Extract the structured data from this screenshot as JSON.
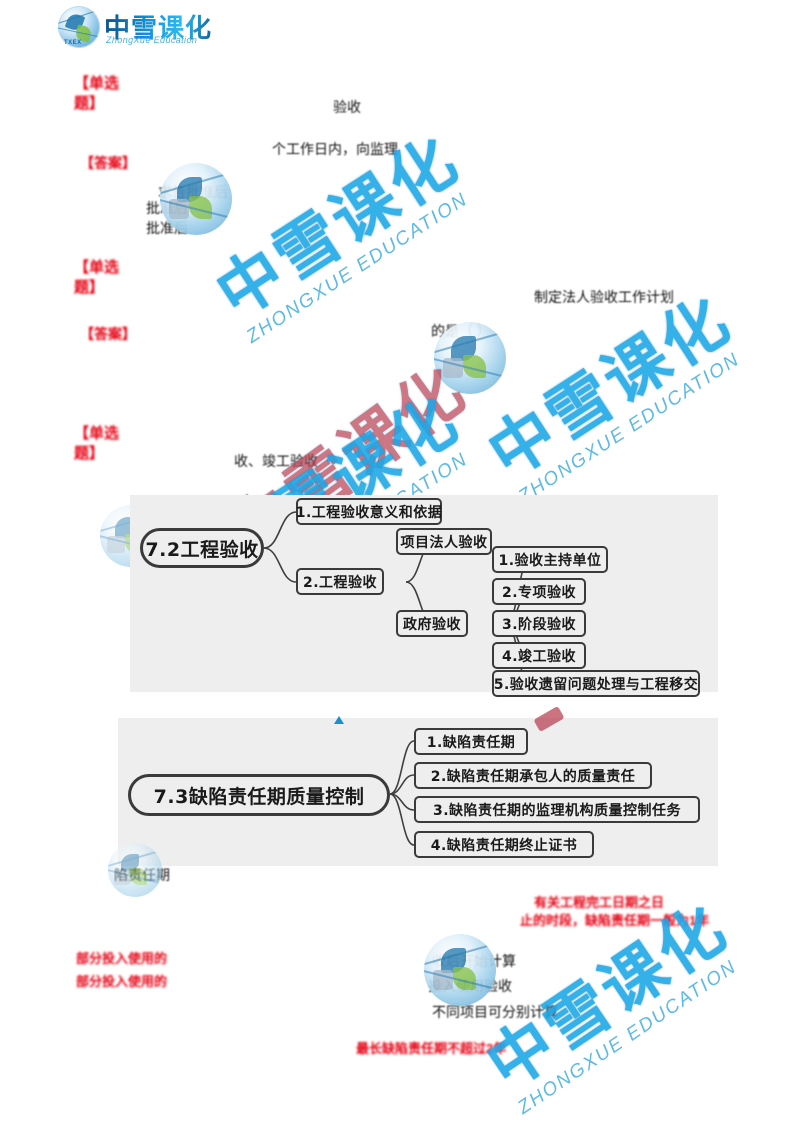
{
  "logo": {
    "name_zh": "中雪课化",
    "name_en": "ZhongXue Education",
    "tag": "TXEX"
  },
  "watermarks": [
    {
      "zh": "中雪课化",
      "en": "ZHONGXUE EDUCATION"
    },
    {
      "zh": "中雪课化",
      "en": "ZHONGXUE EDUCATION"
    },
    {
      "zh": "中雪课化",
      "en": "ZHONGXUE EDUCATION"
    },
    {
      "zh": "中雪课化",
      "en": "ZHONGXUE EDUCATION"
    }
  ],
  "annotations": {
    "q1_label_line1": "【单选",
    "q1_label_line2": "题】",
    "q1_answer": "【答案】",
    "q1_text_line1": "验收",
    "q1_text_line2": "个工作日内，向监理",
    "q1_text_line3": "求告批准后",
    "q1_text_line4": "批准后",
    "q1_text_line5": "批准后",
    "q2_label_line1": "【单选",
    "q2_label_line2": "题】",
    "q2_answer": "【答案】",
    "q2_text_line1": "制定法人验收工作计划",
    "q2_text_line2": "的是（ ）",
    "q3_label_line1": "【单选",
    "q3_label_line2": "题】",
    "q3_text_line1": "收、竣工验收",
    "bottom_text_line1": "陷责任期",
    "bottom_red_1": "有关工程完工日期之日",
    "bottom_red_2": "止的时段，缺陷责任期一般为1年",
    "bottom_black_1": "收后开始计算",
    "bottom_black_2": "投入使用验收",
    "bottom_black_3": "不同项目可分别计算",
    "bottom_left_red_1": "部分投入使用的",
    "bottom_left_red_2": "部分投入使用的",
    "bottom_red_final": "最长缺陷责任期不超过2年"
  },
  "mindmaps": [
    {
      "id": "map-7-2",
      "root": "7.2工程验收",
      "branches": [
        {
          "label": "1.工程验收意义和依据",
          "children": []
        },
        {
          "label": "2.工程验收",
          "children": [
            {
              "label": "项目法人验收",
              "children": []
            },
            {
              "label": "政府验收",
              "children": [
                {
                  "label": "1.验收主持单位"
                },
                {
                  "label": "2.专项验收"
                },
                {
                  "label": "3.阶段验收"
                },
                {
                  "label": "4.竣工验收"
                },
                {
                  "label": "5.验收遗留问题处理与工程移交"
                }
              ]
            }
          ]
        }
      ]
    },
    {
      "id": "map-7-3",
      "root": "7.3缺陷责任期质量控制",
      "branches": [
        {
          "label": "1.缺陷责任期",
          "children": []
        },
        {
          "label": "2.缺陷责任期承包人的质量责任",
          "children": []
        },
        {
          "label": "3.缺陷责任期的监理机构质量控制任务",
          "children": []
        },
        {
          "label": "4.缺陷责任期终止证书",
          "children": []
        }
      ]
    }
  ],
  "colors": {
    "accent_red": "#e60012",
    "watermark_blue": "#1aa7e8",
    "watermark_red": "#b5384a",
    "panel_bg": "#eeeeee",
    "node_border": "#3a3a3a"
  }
}
